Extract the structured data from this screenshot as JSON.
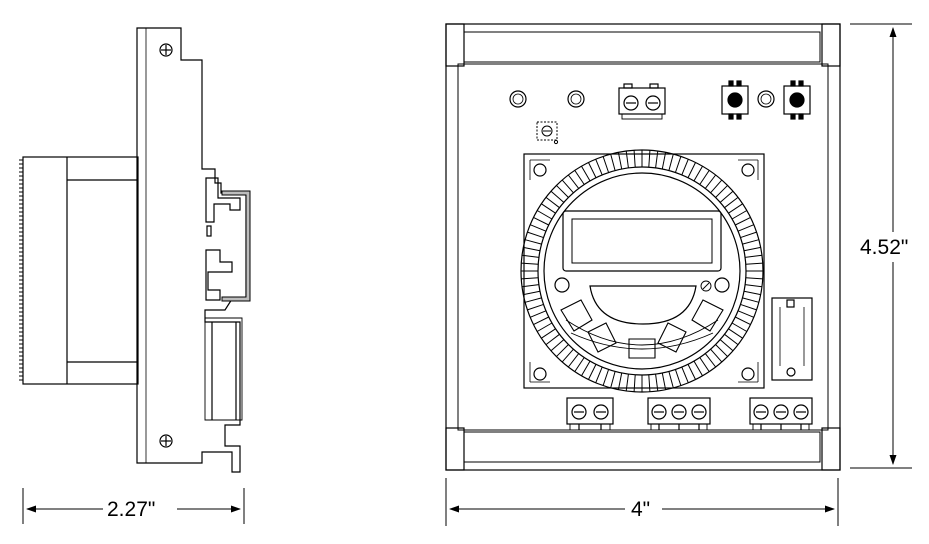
{
  "dimensions": {
    "side_width": "2.27\"",
    "front_width": "4\"",
    "front_height": "4.52\""
  },
  "colors": {
    "line": "#000000",
    "background": "#ffffff",
    "rail_fill": "#bdbdbd"
  }
}
